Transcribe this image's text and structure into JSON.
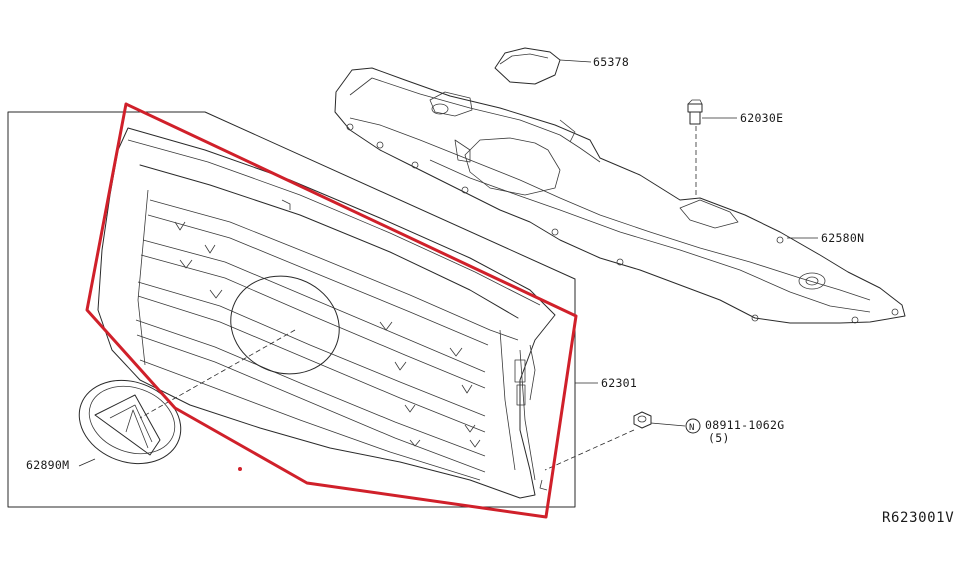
{
  "labels": {
    "cap": "65378",
    "clip": "62030E",
    "cover": "62580N",
    "grille": "62301",
    "emblem": "62890M",
    "nut_prefix": "N",
    "nut_part": "08911-1062G",
    "nut_qty": "(5)"
  },
  "reference_code": "R623001V",
  "colors": {
    "highlight": "#d0202a",
    "line": "#2a2a2a"
  }
}
